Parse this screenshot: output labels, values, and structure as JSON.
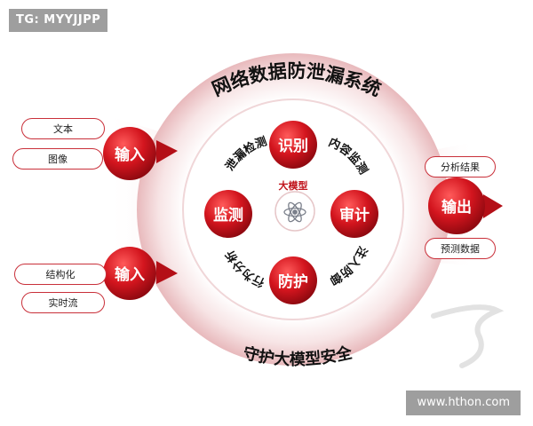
{
  "watermark_top": "TG: MYYJJPP",
  "watermark_bottom": "www.hthon.com",
  "title_top": "网络数据防泄漏系统",
  "title_bottom": "守护大模型安全",
  "center_label": "大模型",
  "nodes": {
    "identify": "识别",
    "audit": "审计",
    "protect": "防护",
    "monitor": "监测"
  },
  "arc_labels": {
    "top_left": "泄漏检测",
    "top_right": "内容监测",
    "bottom_right": "注入防御",
    "bottom_left": "行为分析"
  },
  "inputs": [
    {
      "label": "输入",
      "items": [
        "文本",
        "图像"
      ]
    },
    {
      "label": "输入",
      "items": [
        "结构化",
        "实时流"
      ]
    }
  ],
  "output": {
    "label": "输出",
    "items": [
      "分析结果",
      "预测数据"
    ]
  },
  "colors": {
    "accent": "#d3151e",
    "accent_dark": "#a50d14",
    "text": "#111111"
  }
}
